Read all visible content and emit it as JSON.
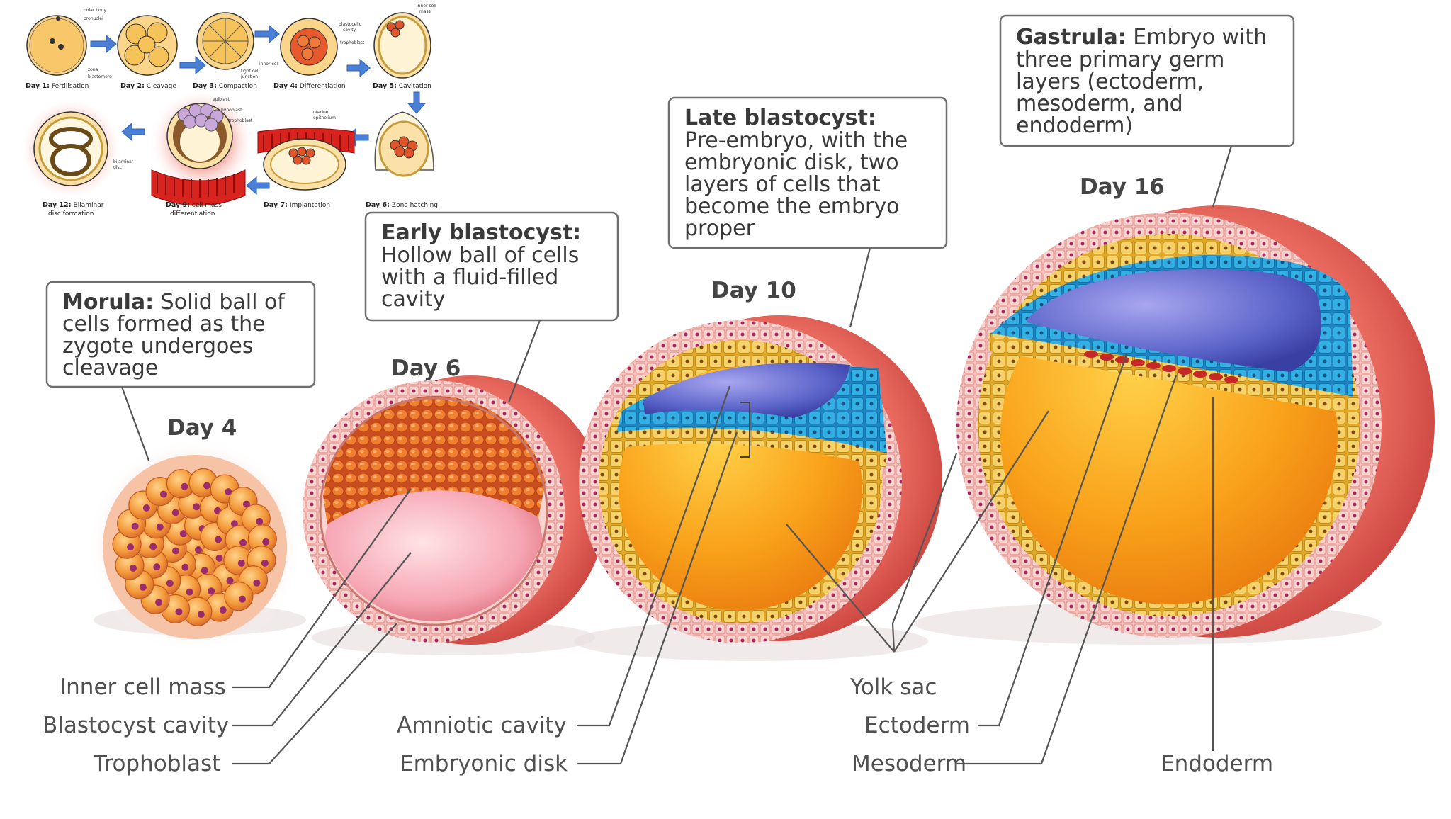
{
  "inset": {
    "stages": [
      {
        "day": "Day 1:",
        "name": "Fertilisation"
      },
      {
        "day": "Day 2:",
        "name": "Cleavage"
      },
      {
        "day": "Day 3:",
        "name": "Compaction"
      },
      {
        "day": "Day 4:",
        "name": "Differentiation"
      },
      {
        "day": "Day 5:",
        "name": "Cavitation"
      },
      {
        "day": "Day 6:",
        "name": "Zona hatching"
      },
      {
        "day": "Day 7:",
        "name": "Implantation"
      },
      {
        "day": "Day 9:",
        "name": "cell mass"
      },
      {
        "day": "Day 12:",
        "name": "Bilaminar"
      }
    ],
    "stage_9_line2": "differentiation",
    "stage_12_line2": "disc formation",
    "tiny_labels": {
      "polar_body": "polar body",
      "pronuclei": "pronuclei",
      "zona": "zona",
      "blastomere": "blastomere",
      "tight_cell": "tight cell",
      "junction": "junction",
      "blastocelic": "blastocelic",
      "cavity": "cavity",
      "trophoblast": "trophoblast",
      "inner_cell": "inner cell",
      "inner_cell_mass_1": "inner cell",
      "inner_cell_mass_2": "mass",
      "epiblast": "epiblast",
      "hypoblast": "hypoblast",
      "trophoblast2": "trophoblast",
      "uterine": "uterine",
      "epithelium": "epithelium",
      "bilaminar": "bilaminar",
      "disc": "disc"
    }
  },
  "callouts": {
    "morula": {
      "title": "Morula:",
      "line1_rest": " Solid ball of",
      "line2": "cells formed as the",
      "line3": "zygote undergoes",
      "line4": "cleavage"
    },
    "early": {
      "title": "Early blastocyst:",
      "line2": "Hollow ball of cells",
      "line3": "with a fluid-filled",
      "line4": "cavity"
    },
    "late": {
      "title": "Late blastocyst:",
      "line2": "Pre-embryo, with the",
      "line3": "embryonic disk, two",
      "line4": "layers of cells that",
      "line5": "become the embryo",
      "line6": "proper"
    },
    "gastrula": {
      "title": "Gastrula:",
      "line1_rest": " Embryo with",
      "line2": "three primary germ",
      "line3": "layers (ectoderm,",
      "line4": "mesoderm, and",
      "line5": "endoderm)"
    }
  },
  "days": {
    "day4": "Day 4",
    "day6": "Day 6",
    "day10": "Day 10",
    "day16": "Day 16"
  },
  "labels": {
    "inner_cell_mass": "Inner cell mass",
    "blastocyst_cavity": "Blastocyst cavity",
    "trophoblast": "Trophoblast",
    "amniotic_cavity": "Amniotic cavity",
    "embryonic_disk": "Embryonic disk",
    "yolk_sac": "Yolk sac",
    "ectoderm": "Ectoderm",
    "mesoderm": "Mesoderm",
    "endoderm": "Endoderm"
  },
  "colors": {
    "trophoblast_pink": "#f1a3a3",
    "outer_red": "#e0564f",
    "ectoderm_blue": "#2aa3d6",
    "amnion_purple": "#5a63c8",
    "yolk_orange": "#f7a21a",
    "endoderm_yellow": "#f3c74a",
    "mesoderm_red": "#c62828",
    "arrow_blue": "#4a7fd6"
  }
}
